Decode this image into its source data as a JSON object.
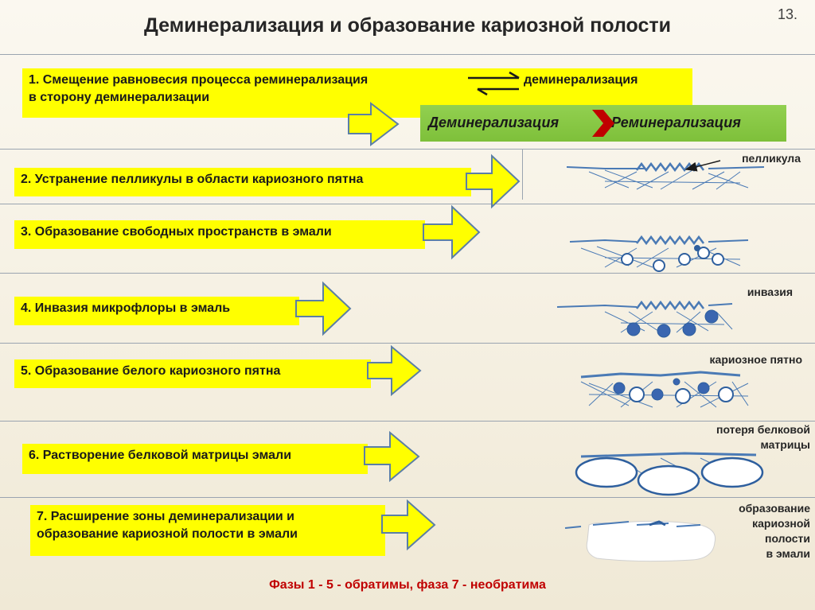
{
  "slide": {
    "title": "Деминерализация и образование кариозной полости",
    "number": "13.",
    "colors": {
      "highlight": "#ffff00",
      "arrow_stroke": "#5b7fa6",
      "green": "#92d050",
      "footer": "#c00000",
      "drawing": "#4a7ab5"
    }
  },
  "steps": [
    {
      "line1": "1. Смещение равновесия  процесса  реминерализация",
      "line1b": "деминерализация",
      "line2": " в сторону деминерализации"
    },
    {
      "text": "2.  Устранение  пелликулы в области  кариозного пятна"
    },
    {
      "text": "3.  Образование свободных пространств  в эмали"
    },
    {
      "text": "4. Инвазия микрофлоры  в эмаль"
    },
    {
      "text": "5. Образование  белого кариозного  пятна"
    },
    {
      "text": "6.  Растворение белковой матрицы эмали"
    },
    {
      "line1": "7. Расширение  зоны деминерализации и",
      "line2": "образование  кариозной полости в эмали"
    }
  ],
  "green_bar": {
    "left": "Деминерализация",
    "right": "Реминерализация"
  },
  "labels": {
    "pellicle": "пелликула",
    "invasion": "инвазия",
    "spot": "кариозное пятно",
    "matrix_line1": "потеря белковой",
    "matrix_line2": "матрицы",
    "cavity_line1": "образование",
    "cavity_line2": "кариозной",
    "cavity_line3": "полости",
    "cavity_line4": "в эмали"
  },
  "footer": "Фазы 1 - 5  - обратимы, фаза 7 - необратима"
}
